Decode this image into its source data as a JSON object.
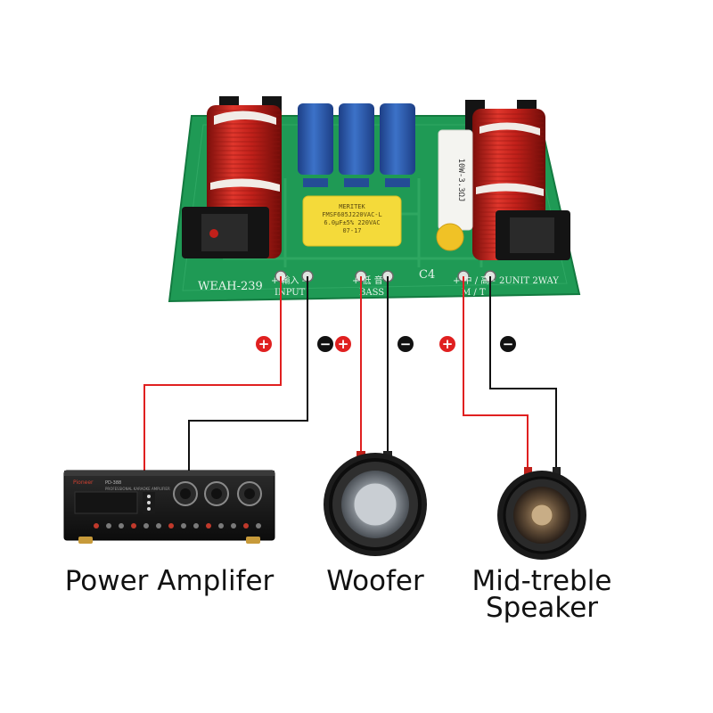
{
  "board": {
    "model": "WEAH-239",
    "input_label": "+ 輸入 -",
    "input_sub": "INPUT",
    "bass_label": "+ 低 音 -",
    "bass_sub": "BASS",
    "mt_label": "+ 中 / 高 -",
    "mt_sub": "M / T",
    "ref_c4": "C4",
    "unit_label": "2UNIT 2WAY",
    "yellow_cap_text": [
      "MERITEK",
      "FMSF605J220VAC-L",
      "6.0μF±5% 220VAC",
      "07-17"
    ],
    "resistor_text": "10W-3.3ΩJ"
  },
  "polarity": {
    "plus": "+",
    "minus": "−"
  },
  "amplifier": {
    "brand": "Pioneer",
    "model_text": "PD-388",
    "subtitle": "PROFESSIONAL KARAOKE AMPLIFIER"
  },
  "labels": {
    "power_amplifier": "Power Amplifer",
    "woofer": "Woofer",
    "midtreble_line1": "Mid-treble",
    "midtreble_line2": "Speaker"
  },
  "colors": {
    "board_green": "#1f9a55",
    "coil_red": "#c0201a",
    "cap_blue": "#2e5fb2",
    "cap_yellow": "#f4da3a",
    "wire_red": "#e02020",
    "wire_black": "#111111"
  }
}
